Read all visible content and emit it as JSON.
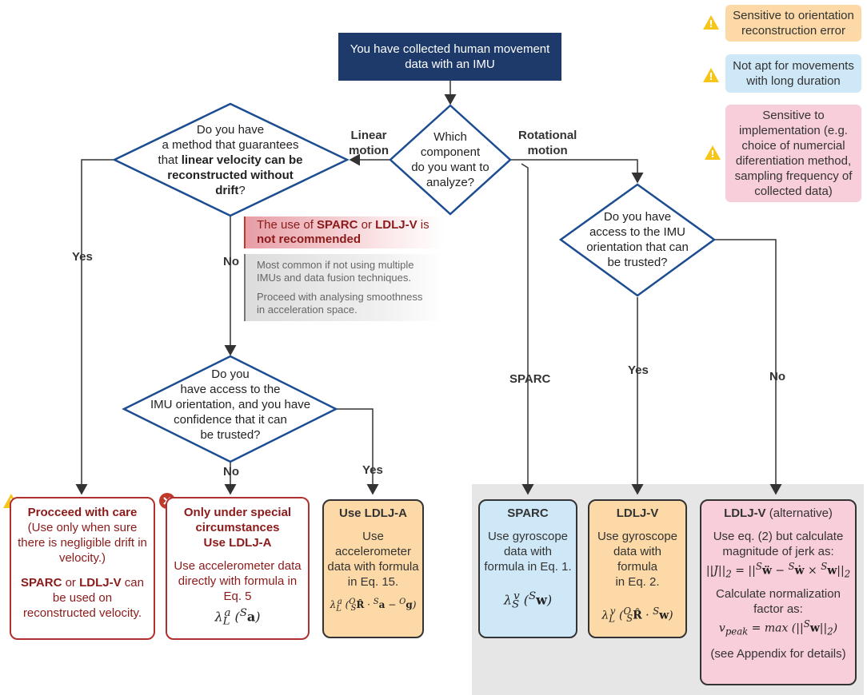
{
  "start": {
    "line1": "You have collected human movement",
    "line2": "data with an IMU"
  },
  "decision_component": {
    "line1": "Which",
    "line2": "component",
    "line3": "do you want to",
    "line4": "analyze?"
  },
  "edge_labels": {
    "linear1": "Linear",
    "linear2": "motion",
    "rotational1": "Rotational",
    "rotational2": "motion",
    "yes_left": "Yes",
    "no_mid": "No",
    "no_lower": "No",
    "yes_lower": "Yes",
    "sparc": "SPARC",
    "yes_right": "Yes",
    "no_right": "No"
  },
  "decision_velocity": {
    "line1": "Do you have",
    "line2": "a method that guarantees",
    "line3_pre": "that ",
    "line3_b": "linear velocity can be",
    "line4_b": "reconstructed without",
    "line5_b": "drift",
    "line5_post": "?"
  },
  "note_red": {
    "pre": "The use of ",
    "sparc": "SPARC",
    "or": " or ",
    "ldlj": "LDLJ-V",
    "is": " is",
    "line2": "not recommended"
  },
  "note_grey": {
    "p1_l1": "Most common  if not using multiple",
    "p1_l2": "IMUs and data fusion techniques.",
    "p2_l1": "Proceed with analysing smoothness",
    "p2_l2": "in acceleration space."
  },
  "decision_orientation_left": {
    "line1": "Do you",
    "line2": "have access to the",
    "line3": "IMU orientation, and you have",
    "line4": "confidence that it can",
    "line5": "be trusted?"
  },
  "decision_orientation_right": {
    "line1": "Do you have",
    "line2": "access to the IMU",
    "line3": "orientation that can",
    "line4": "be trusted?"
  },
  "legend": {
    "orange_l1": "Sensitive to orientation",
    "orange_l2": "reconstruction error",
    "blue_l1": "Not apt for movements",
    "blue_l2": "with long duration",
    "pink_l1": "Sensitive to",
    "pink_l2": "implementation (e.g.",
    "pink_l3": "choice of numercial",
    "pink_l4": "diferentiation method,",
    "pink_l5": "sampling frequency of",
    "pink_l6": "collected data)"
  },
  "out_care": {
    "title": "Procceed with care",
    "l1": "(Use only when sure",
    "l2": "there is negligible drift in",
    "l3": "velocity.)",
    "b1": "SPARC",
    "or": " or ",
    "b2": "LDLJ-V",
    "tail": " can",
    "l5": "be used on",
    "l6": "reconstructed velocity."
  },
  "out_special": {
    "t1": "Only under special",
    "t2": "circumstances",
    "t3": "Use LDLJ-A",
    "l1": "Use accelerometer data",
    "l2": "directly with formula in",
    "l3": "Eq. 5",
    "formula": "λ_L^a (^S a)"
  },
  "out_ldlja": {
    "title": "Use LDLJ-A",
    "l1": "Use",
    "l2": "accelerometer",
    "l3": "data with formula",
    "l4": "in Eq. 15.",
    "formula": "λ_L^a (^O_S R̂ · ^S a − ^O g)"
  },
  "out_sparc": {
    "title": "SPARC",
    "l1": "Use gyroscope",
    "l2": "data with",
    "l3": "formula in Eq. 1.",
    "formula": "λ_S^v (^S w)"
  },
  "out_ldljv": {
    "title": "LDLJ-V",
    "l1": "Use gyroscope",
    "l2": "data with formula",
    "l3": "in Eq. 2.",
    "formula": "λ_L^v (^O_S R̂ · ^S w)"
  },
  "out_alt": {
    "title": "LDLJ-V",
    "title_post": " (alternative)",
    "l1": "Use eq. (2) but calculate",
    "l2": "magnitude of jerk as:",
    "formula1": "||J||₂ = ||^S ẅ − ^S ẇ × ^S w||₂",
    "l3": "Calculate normalization",
    "l4": "factor as:",
    "formula2": "v_peak = max (||^S w||₂)",
    "l5": "(see Appendix for details)"
  },
  "colors": {
    "navy": "#1d3a6b",
    "diamond_border": "#1d4d91",
    "orange": "#fcd9a6",
    "blue": "#cfe8f7",
    "pink": "#f8cedb",
    "red": "#b03030",
    "warning": "#f5c518"
  }
}
